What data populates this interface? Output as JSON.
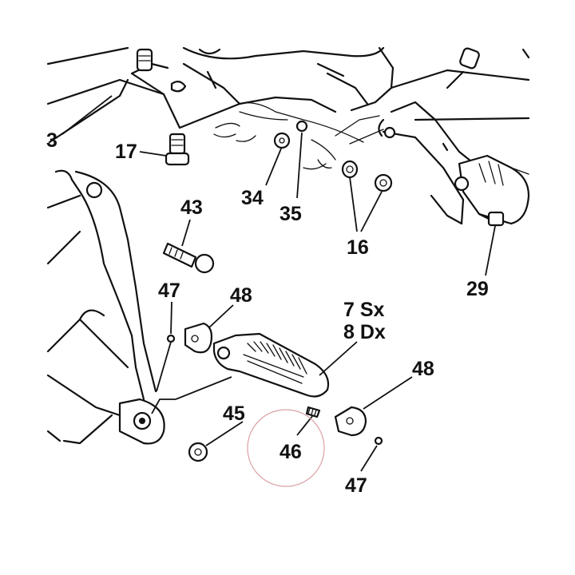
{
  "callouts": [
    {
      "id": "3",
      "text": "3"
    },
    {
      "id": "17",
      "text": "17"
    },
    {
      "id": "34",
      "text": "34"
    },
    {
      "id": "35",
      "text": "35"
    },
    {
      "id": "16",
      "text": "16"
    },
    {
      "id": "43",
      "text": "43"
    },
    {
      "id": "29",
      "text": "29"
    },
    {
      "id": "47a",
      "text": "47"
    },
    {
      "id": "48a",
      "text": "48"
    },
    {
      "id": "7",
      "text": "7 Sx"
    },
    {
      "id": "8",
      "text": "8 Dx"
    },
    {
      "id": "48b",
      "text": "48"
    },
    {
      "id": "45",
      "text": "45"
    },
    {
      "id": "46",
      "text": "46"
    },
    {
      "id": "47b",
      "text": "47"
    }
  ],
  "colors": {
    "line": "#111111",
    "background": "#ffffff",
    "highlight_marker": "#d9a0a4"
  }
}
